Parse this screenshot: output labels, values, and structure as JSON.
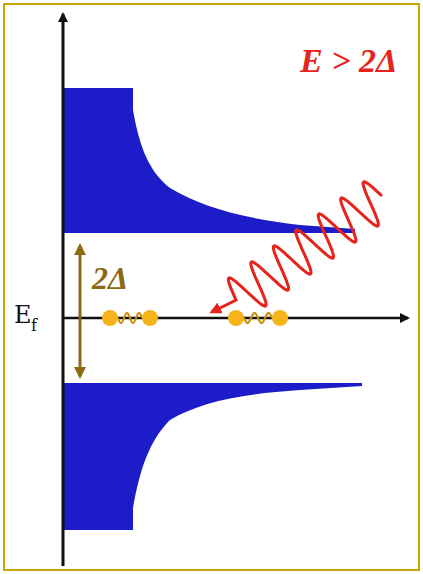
{
  "diagram": {
    "labels": [
      "E",
      "f",
      "2Δ",
      "E > 2Δ"
    ]
  }
}
